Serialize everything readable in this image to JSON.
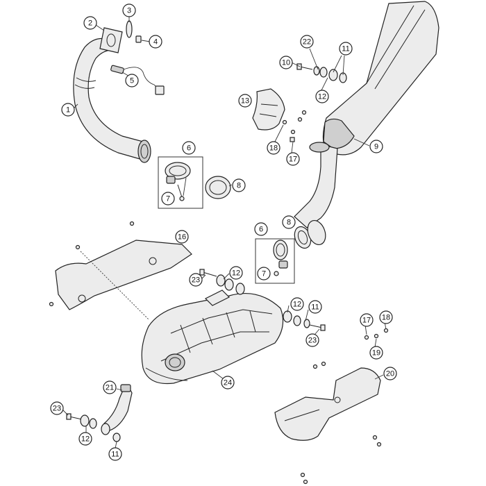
{
  "diagram": {
    "callouts": [
      {
        "id": "c-1",
        "label": "1",
        "part": "header-pipe"
      },
      {
        "id": "c-2",
        "label": "2",
        "part": "gasket"
      },
      {
        "id": "c-3",
        "label": "3",
        "part": "flange"
      },
      {
        "id": "c-4",
        "label": "4",
        "part": "nut"
      },
      {
        "id": "c-5",
        "label": "5",
        "part": "lambda-sensor"
      },
      {
        "id": "c-6a",
        "label": "6",
        "part": "clamp-upper"
      },
      {
        "id": "c-7a",
        "label": "7",
        "part": "clamp-bolt-upper"
      },
      {
        "id": "c-8a",
        "label": "8",
        "part": "sealing-ring-upper"
      },
      {
        "id": "c-9",
        "label": "9",
        "part": "silencer"
      },
      {
        "id": "c-10",
        "label": "10",
        "part": "bolt"
      },
      {
        "id": "c-11a",
        "label": "11",
        "part": "washer-upper"
      },
      {
        "id": "c-12a",
        "label": "12",
        "part": "bushing-upper"
      },
      {
        "id": "c-13",
        "label": "13",
        "part": "heat-shield-small"
      },
      {
        "id": "c-17a",
        "label": "17",
        "part": "clip-upper"
      },
      {
        "id": "c-18a",
        "label": "18",
        "part": "screw-upper"
      },
      {
        "id": "c-22",
        "label": "22",
        "part": "washer-22"
      },
      {
        "id": "c-16",
        "label": "16",
        "part": "heat-shield-left"
      },
      {
        "id": "c-6b",
        "label": "6",
        "part": "clamp-lower"
      },
      {
        "id": "c-7b",
        "label": "7",
        "part": "clamp-bolt-lower"
      },
      {
        "id": "c-8b",
        "label": "8",
        "part": "sealing-ring-lower"
      },
      {
        "id": "c-12b",
        "label": "12",
        "part": "bushing-mid"
      },
      {
        "id": "c-23a",
        "label": "23",
        "part": "bolt-mid"
      },
      {
        "id": "c-12c",
        "label": "12",
        "part": "bushing-right"
      },
      {
        "id": "c-11b",
        "label": "11",
        "part": "washer-right"
      },
      {
        "id": "c-23b",
        "label": "23",
        "part": "bolt-right"
      },
      {
        "id": "c-17b",
        "label": "17",
        "part": "clip-lower"
      },
      {
        "id": "c-18b",
        "label": "18",
        "part": "screw-lower"
      },
      {
        "id": "c-19",
        "label": "19",
        "part": "spring-washer"
      },
      {
        "id": "c-20",
        "label": "20",
        "part": "heat-shield-right"
      },
      {
        "id": "c-24",
        "label": "24",
        "part": "pre-silencer"
      },
      {
        "id": "c-21",
        "label": "21",
        "part": "bracket-sensor"
      },
      {
        "id": "c-23c",
        "label": "23",
        "part": "bolt-lower"
      },
      {
        "id": "c-12d",
        "label": "12",
        "part": "bushing-lower"
      },
      {
        "id": "c-11c",
        "label": "11",
        "part": "washer-lower"
      }
    ]
  }
}
